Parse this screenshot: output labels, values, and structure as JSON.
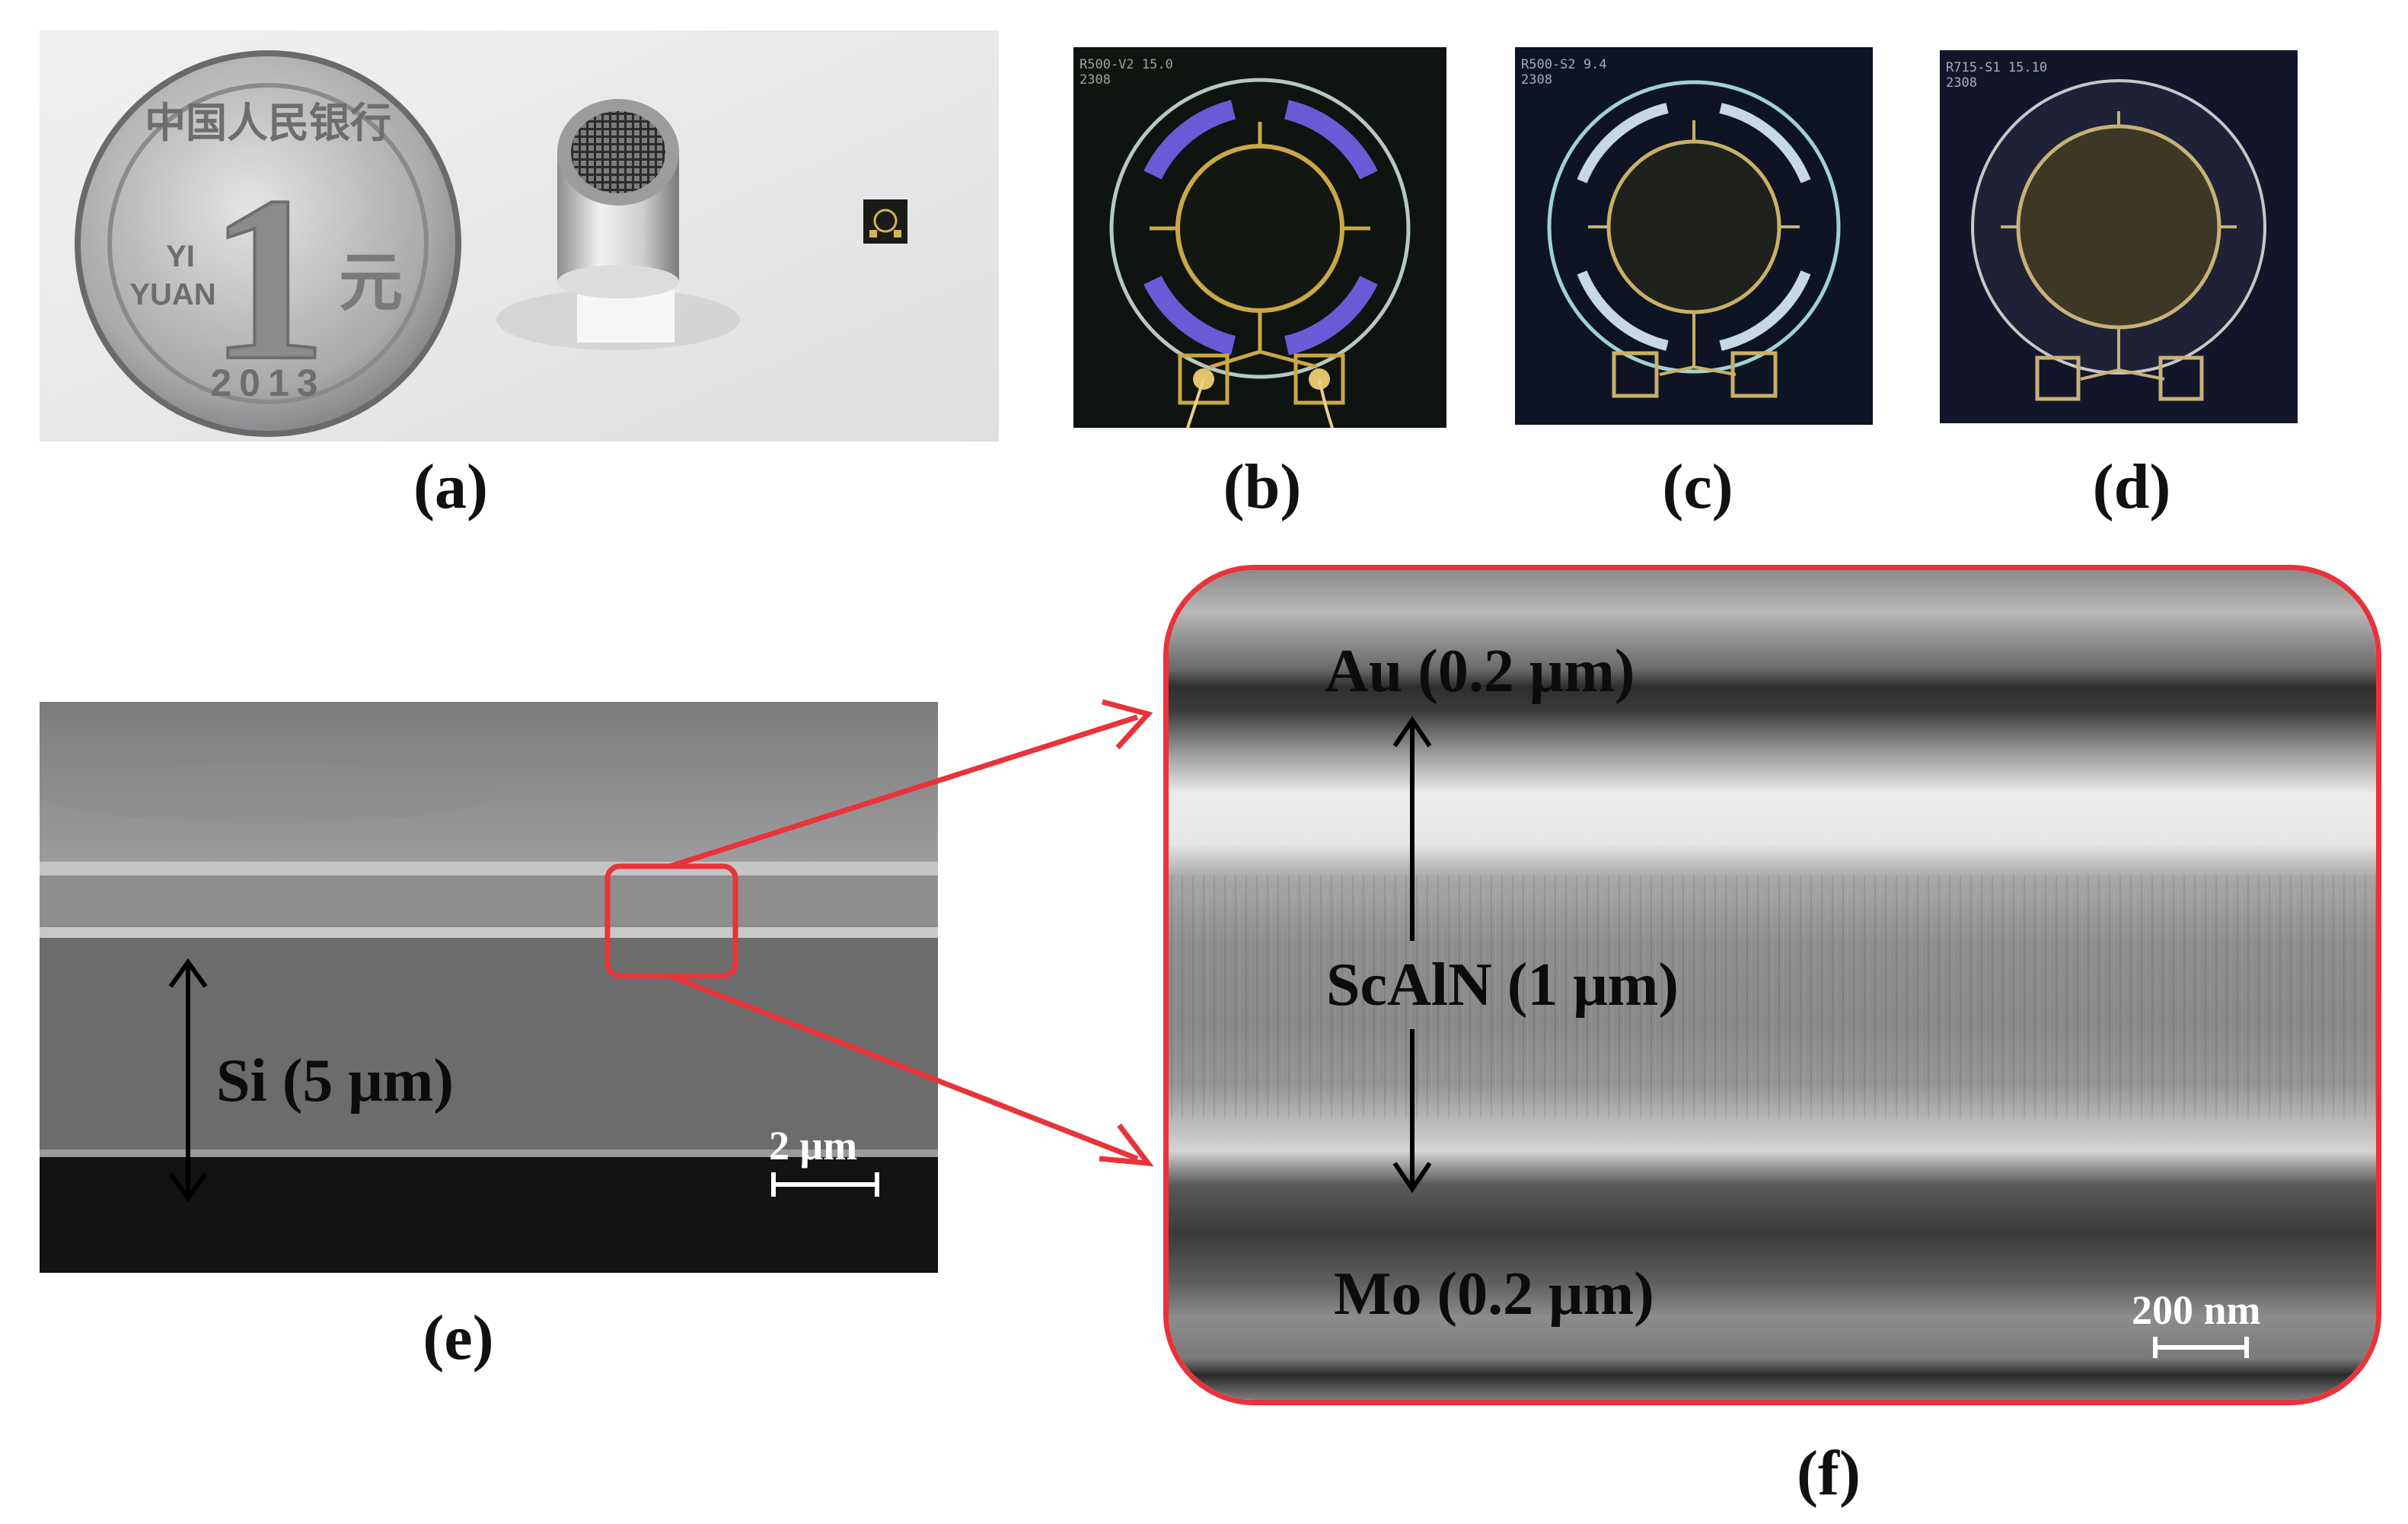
{
  "panels": {
    "a": {
      "label": "(a)",
      "coin": {
        "numeral": "1",
        "denomination": "元",
        "top_text": "中国人民银行",
        "yi": "YI",
        "yuan": "YUAN",
        "year": "2013"
      }
    },
    "b": {
      "label": "(b)",
      "chip_id": "R500-V2  15.0",
      "chip_sub": "2308"
    },
    "c": {
      "label": "(c)",
      "chip_id": "R500-S2  9.4",
      "chip_sub": "2308"
    },
    "d": {
      "label": "(d)",
      "chip_id": "R715-S1  15.10",
      "chip_sub": "2308"
    },
    "e": {
      "label": "(e)",
      "layer_label": "Si (5 μm)",
      "scale_label": "2 μm"
    },
    "f": {
      "label": "(f)",
      "top_label": "Au (0.2 μm)",
      "middle_label": "ScAlN (1 μm)",
      "bottom_label": "Mo (0.2 μm)",
      "scale_label": "200 nm"
    }
  },
  "colors": {
    "callout": "#e8333a",
    "arrow": "#000000"
  }
}
